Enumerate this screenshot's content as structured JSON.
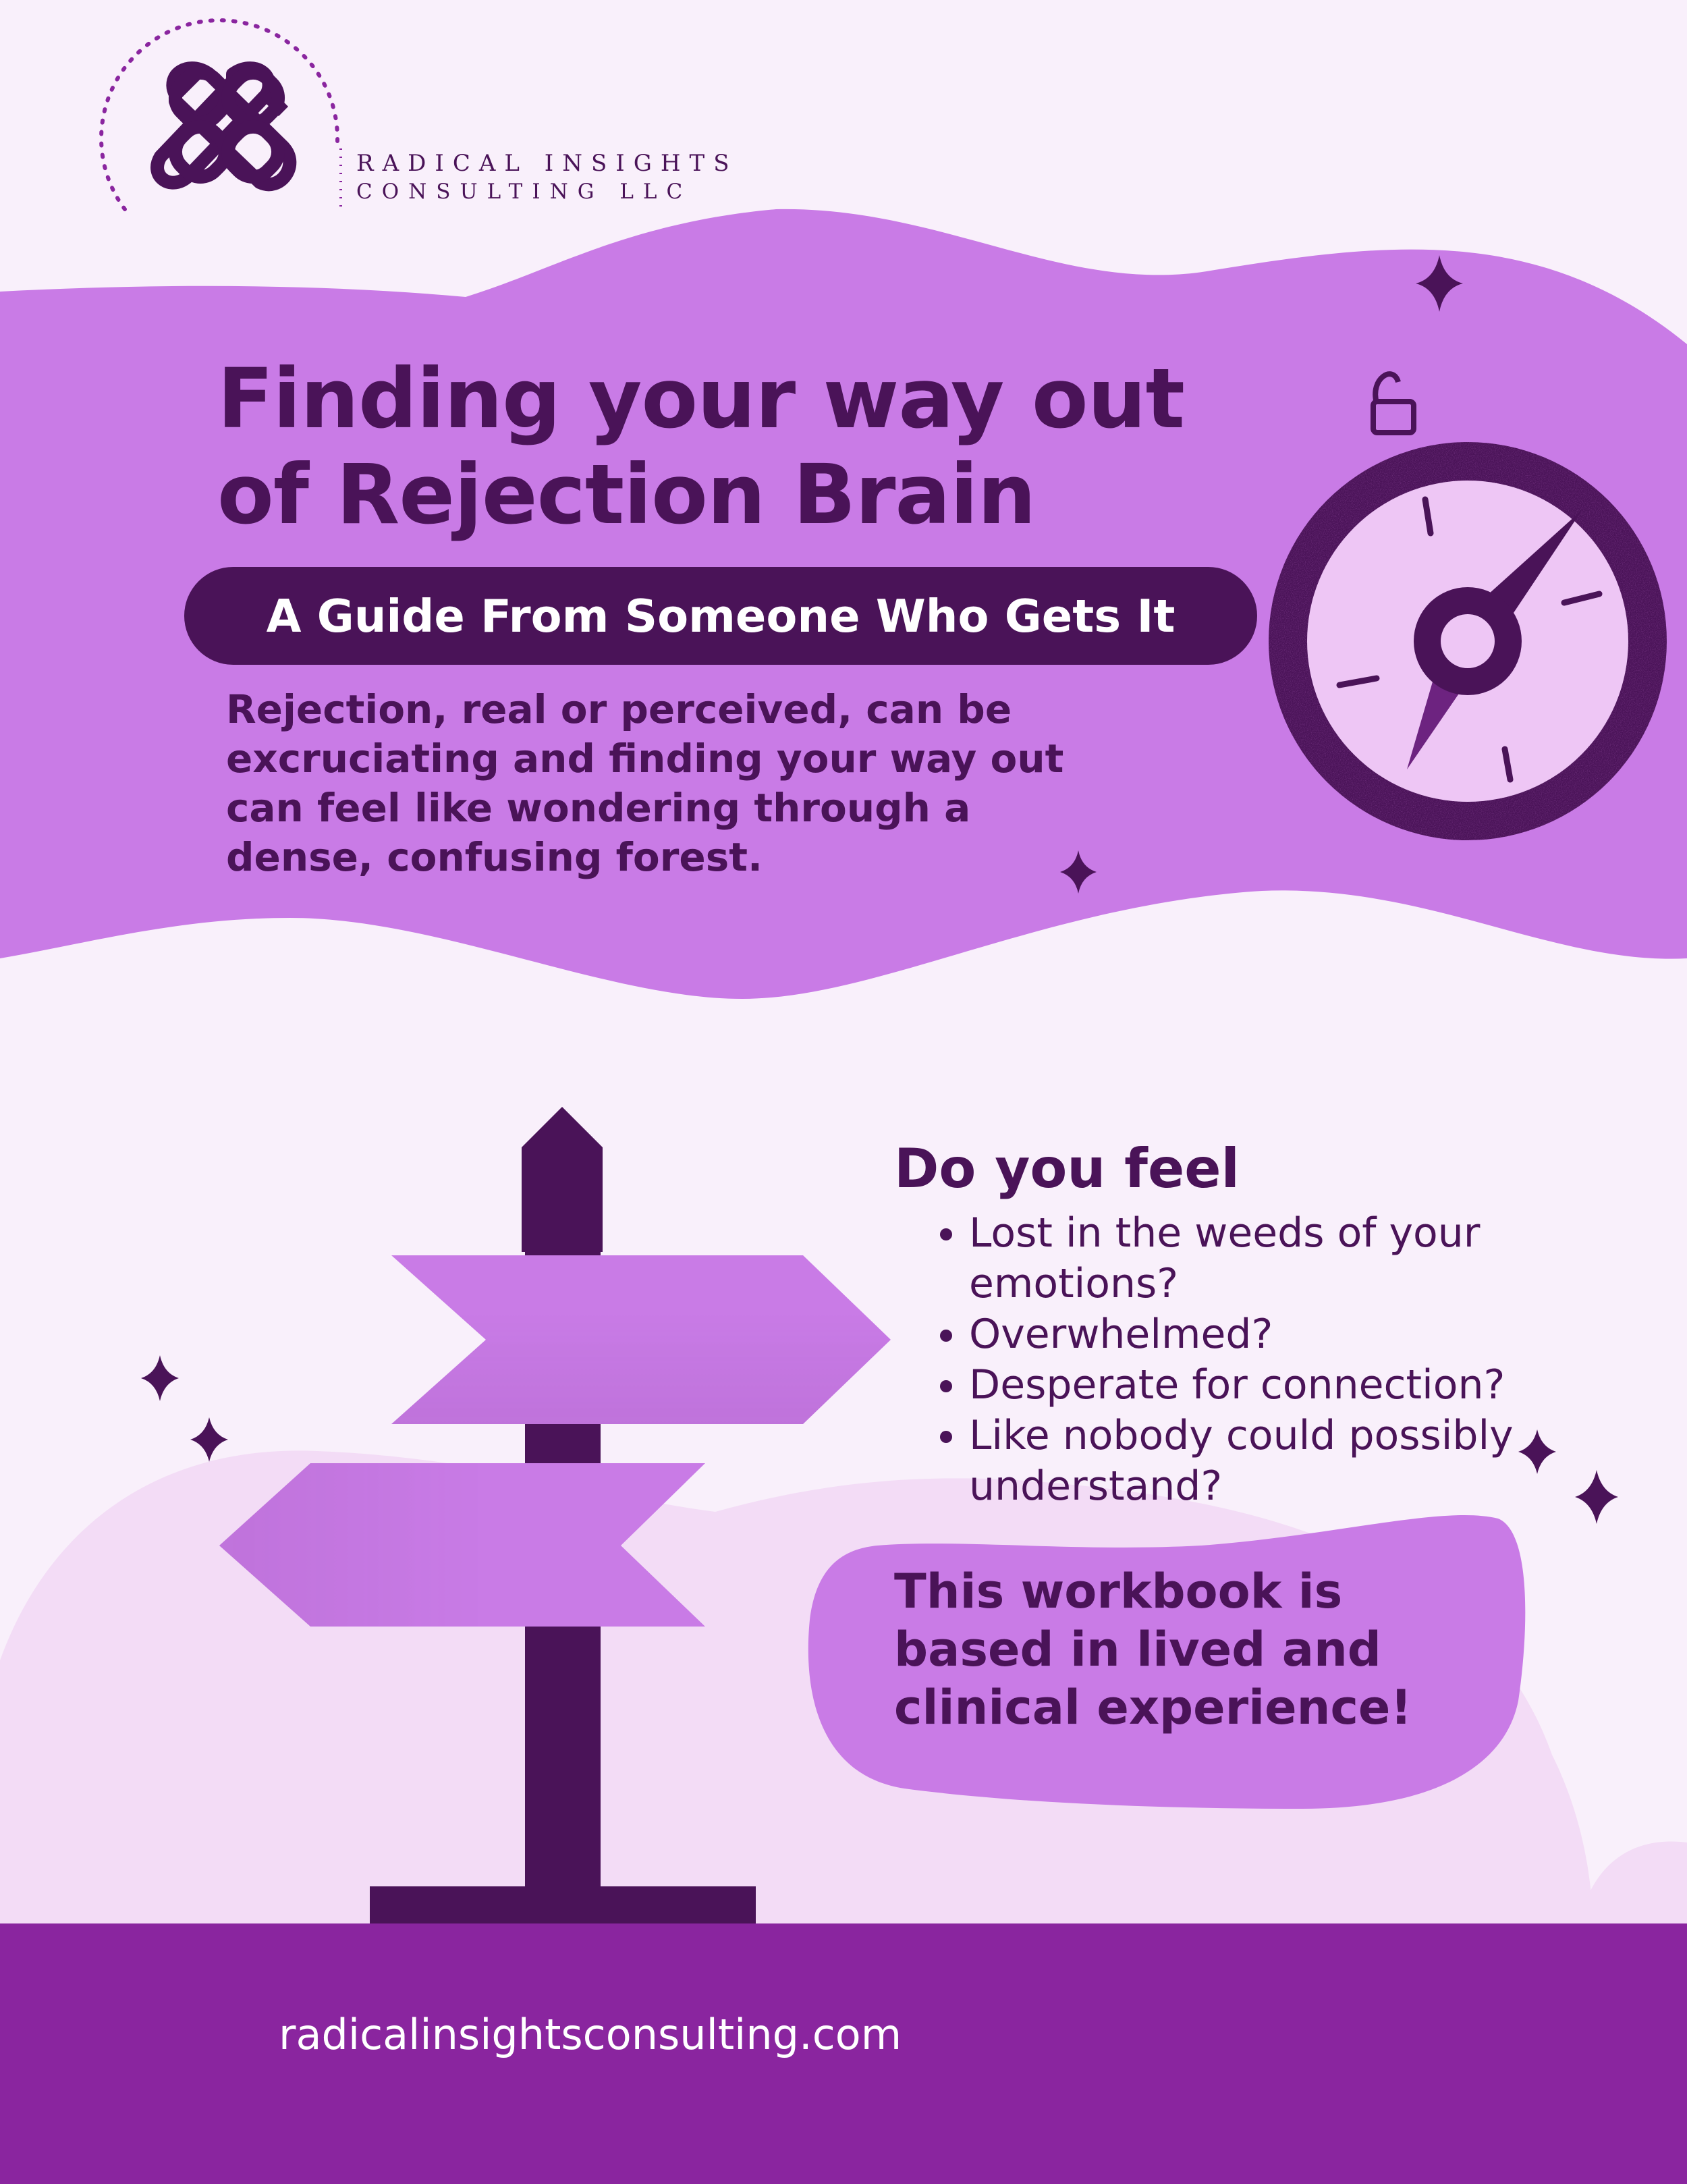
{
  "brand": {
    "name_line1": "RADICAL INSIGHTS",
    "name_line2": "CONSULTING LLC",
    "logo_icon": "interlocking-hearts-logo-icon"
  },
  "hero": {
    "title": "Finding your way out of Rejection Brain",
    "subtitle": "A Guide From Someone Who Gets It",
    "intro": "Rejection, real or perceived, can be excruciating and finding your way out can feel like wondering through a dense, confusing forest.",
    "illustration_icon": "compass-icon"
  },
  "feelings": {
    "heading": "Do you feel",
    "items": [
      "Lost in the weeds of your emotions?",
      "Overwhelmed?",
      "Desperate for connection?",
      "Like nobody could possibly understand?"
    ],
    "illustration_icon": "signpost-icon"
  },
  "callout": {
    "text": "This workbook is based in lived and clinical experience!"
  },
  "footer": {
    "website": "radicalinsightsconsulting.com"
  },
  "colors": {
    "page_background": "#f9f0fb",
    "light_lilac": "#f3dcf6",
    "lilac": "#c97be6",
    "deep_purple": "#4a1358",
    "footer_purple": "#8a259f",
    "white": "#ffffff"
  }
}
